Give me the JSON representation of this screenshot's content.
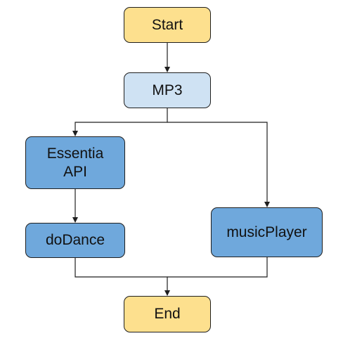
{
  "colors": {
    "terminal_fill": "#fde08e",
    "input_fill": "#cfe2f3",
    "process_fill": "#6fa8dc",
    "line": "#1f1f1f"
  },
  "nodes": {
    "start": {
      "label": "Start",
      "kind": "terminal"
    },
    "mp3": {
      "label": "MP3",
      "kind": "input"
    },
    "essentia": {
      "label": "Essentia\nAPI",
      "kind": "process"
    },
    "dodance": {
      "label": "doDance",
      "kind": "process"
    },
    "music": {
      "label": "musicPlayer",
      "kind": "process"
    },
    "end": {
      "label": "End",
      "kind": "terminal"
    }
  },
  "edges": [
    {
      "from": "start",
      "to": "mp3"
    },
    {
      "from": "mp3",
      "to": "essentia"
    },
    {
      "from": "mp3",
      "to": "music"
    },
    {
      "from": "essentia",
      "to": "dodance"
    },
    {
      "from": "dodance",
      "to": "end"
    },
    {
      "from": "music",
      "to": "end"
    }
  ]
}
